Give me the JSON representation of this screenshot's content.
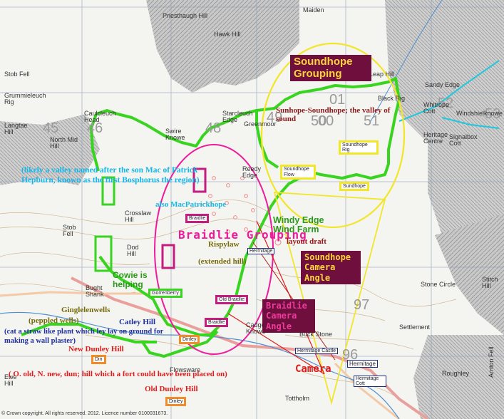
{
  "os_labels": {
    "priesthaugh_hill": "Priesthaugh Hill",
    "hawk_hill": "Hawk Hill",
    "maiden": "Maiden",
    "leap_hill": "Leap Hill",
    "black_rig": "Black Rig",
    "sandy_edge": "Sandy Edge",
    "whitrope_cott": "Whitrope Cott",
    "stob_fell": "Stob Fell",
    "grummieleuch_rig": "Grummieleuch Rig",
    "langtae_hill": "Langtae Hill",
    "caulcleuch_head": "Caulcleuch Head",
    "north_mid_hill": "North Mid Hill",
    "starcleuch_edge": "Starcleuch Edge",
    "swire_knowe": "Swire Knowe",
    "greenmoor": "Greenmoor",
    "windshielknowe": "Windshielknowe",
    "heritage_centre": "Heritage Centre",
    "signalbox_cott": "Signalbox Cott",
    "reedy_edge": "Reedy Edge",
    "crosslaw_hill": "Crosslaw Hill",
    "stob_fell_2": "Stob Fell",
    "dod_hill": "Dod Hill",
    "bught_shank": "Bught Shank",
    "cadger_knowe": "Cadger Knowe",
    "stitch_hill": "Stitch Hill",
    "flowsware": "Flowsware",
    "ewe_hill": "Ewe Hill",
    "settlement": "Settlement",
    "buck_stone": "Buck Stone",
    "roughley": "Roughley",
    "arnton_fell": "Arnton Fell",
    "stone_circle": "Stone Circle",
    "tottholm": "Tottholm",
    "copyright": "© Crown copyright. All rights reserved. 2012. Licence number 0100031673."
  },
  "grid_numbers": [
    "45",
    "46",
    "48",
    "49",
    "50",
    "51",
    "52",
    "53",
    "97",
    "96",
    "01",
    "00"
  ],
  "place_boxes": {
    "sundhope_flow": "Soundhope Flow",
    "sundhope_rig": "Soundhope Rig",
    "sundhope": "Sundhope",
    "braidlie_shank": "Braidlie",
    "hermitage": "Hermitage",
    "gorrenberry": "Gorrenberry",
    "old_braidlie": "Old Braidlie",
    "braidlie2": "Braidlie",
    "dinley": "Dinley",
    "hermitage_castle": "Hermitage Castle",
    "hermitage2": "Hermitage",
    "hermitage_cott": "Hermitage Cott",
    "din_new": "Din",
    "dinley_old": "Dinley"
  },
  "annotations": {
    "soundhope_grouping": "Soundhope Grouping",
    "sundhope_valley": "Sunhope-Soundhope; the valley of sound",
    "valley_name": "(likely a valley named after the son Mac of Patrick Hepburn, known as the first Bosphorus the region)",
    "mac_patrick": "also MacPatrickhope",
    "braidlie_grouping": "Braidlie Grouping",
    "rispylaw": "Rispylaw",
    "extended_hill": "(extended hill)",
    "windy_edge": "Windy Edge Wind Farm",
    "layout_draft": "layout draft",
    "soundhope_camera": "Soundhope Camera Angle",
    "braidlie_camera": "Braidlie Camera Angle",
    "cowie": "Cowie is helping",
    "gingle": "Ginglelenwells",
    "peppled": "(peppled wells)",
    "catley_hill": "Catley Hill",
    "cat_straw": "(cat a straw like plant which ley lay on ground for making a wall plaster)",
    "new_dunley": "New Dunley Hill",
    "dunley_meaning": "( O. old, N. new, dun; hill which a fort could have been placed on)",
    "old_dunley": "Old Dunley Hill",
    "camera": "Camera"
  },
  "colors": {
    "green_route": "#39d41f",
    "pink_ellipse": "#ee1c9c",
    "yellow_ellipse": "#f2e62a",
    "maroon_box": "#6e0f3e",
    "camera_red": "#e01b1b",
    "cyan_text": "#16b6e8",
    "forest": "#bdbdbd"
  }
}
